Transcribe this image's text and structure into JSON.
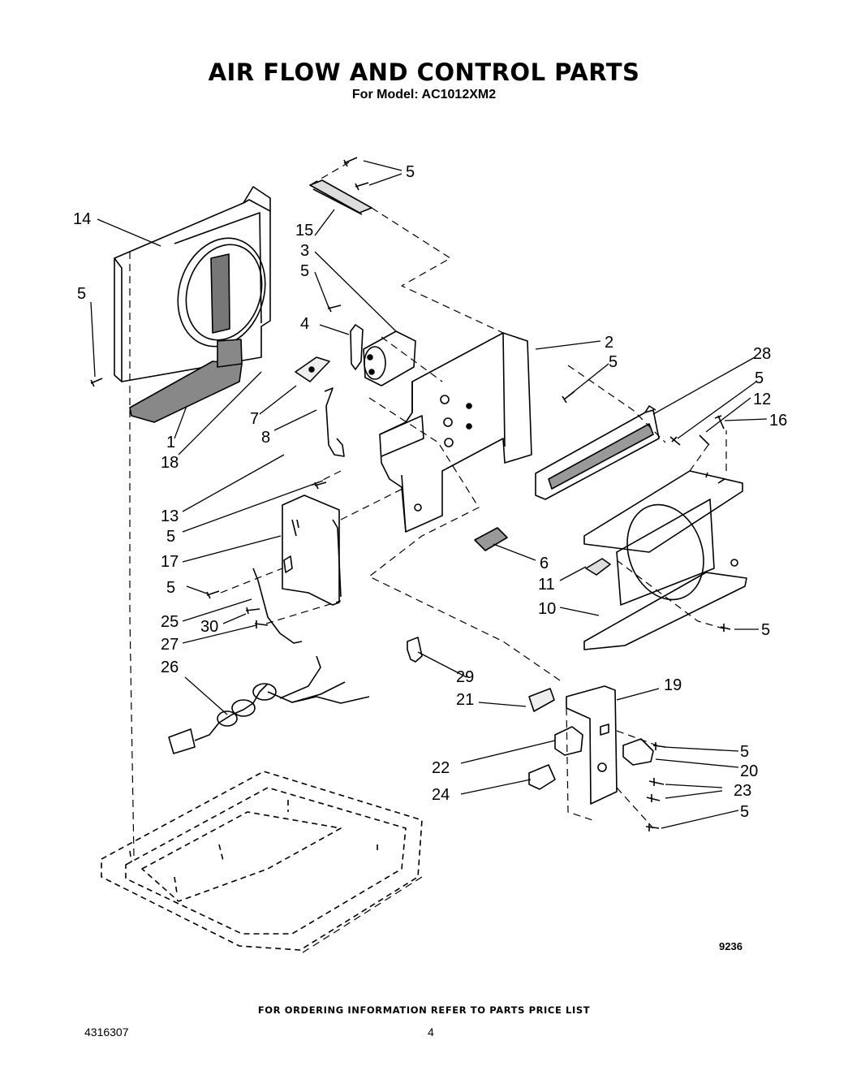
{
  "header": {
    "title": "AIR FLOW AND CONTROL PARTS",
    "subtitle": "For Model: AC1012XM2"
  },
  "diagram": {
    "drawing_number": "9236",
    "callouts": [
      "1",
      "2",
      "3",
      "4",
      "5",
      "6",
      "7",
      "8",
      "10",
      "11",
      "12",
      "13",
      "14",
      "15",
      "16",
      "17",
      "18",
      "19",
      "20",
      "21",
      "22",
      "23",
      "24",
      "25",
      "26",
      "27",
      "28",
      "29",
      "30"
    ]
  },
  "footer": {
    "ordering_note": "FOR ORDERING INFORMATION REFER TO PARTS PRICE LIST",
    "document_number": "4316307",
    "page_number": "4"
  }
}
